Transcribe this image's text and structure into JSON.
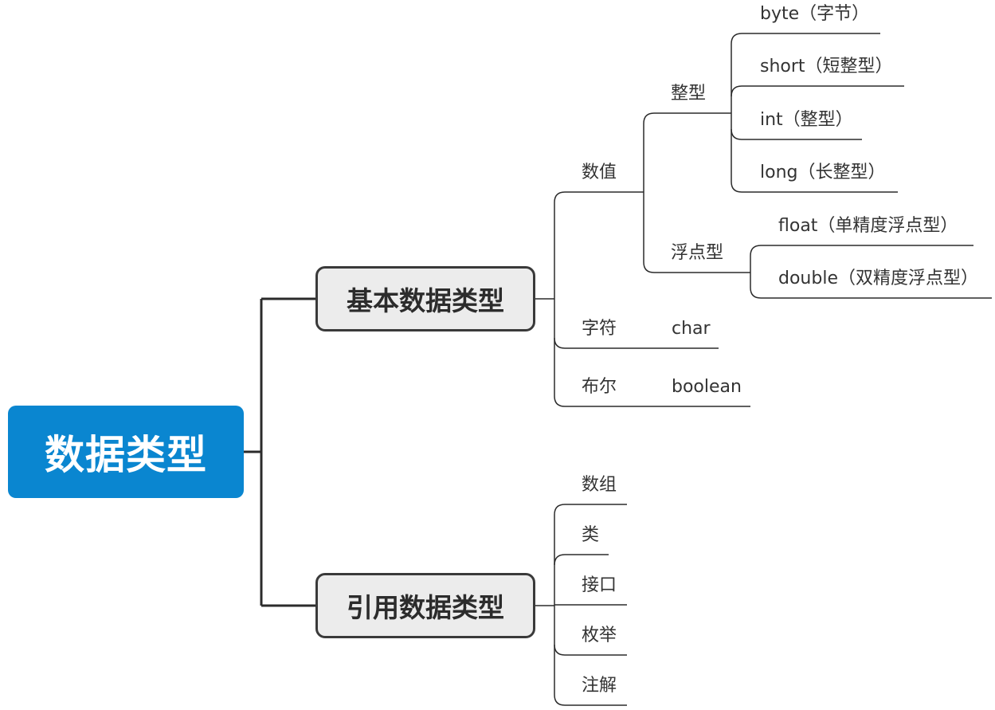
{
  "root": {
    "label": "数据类型"
  },
  "colors": {
    "root_fill": "#0a86d0",
    "main_fill": "#ececec",
    "main_border": "#3a3a3a",
    "line": "#2b2b2b"
  },
  "basic": {
    "label": "基本数据类型",
    "numeric": {
      "label": "数值",
      "integer": {
        "label": "整型",
        "items": [
          "byte（字节）",
          "short（短整型）",
          "int（整型）",
          "long（长整型）"
        ]
      },
      "float": {
        "label": "浮点型",
        "items": [
          "float（单精度浮点型）",
          "double（双精度浮点型）"
        ]
      }
    },
    "char": {
      "label": "字符",
      "type": "char"
    },
    "bool": {
      "label": "布尔",
      "type": "boolean"
    }
  },
  "reference": {
    "label": "引用数据类型",
    "items": [
      "数组",
      "类",
      "接口",
      "枚举",
      "注解"
    ]
  }
}
